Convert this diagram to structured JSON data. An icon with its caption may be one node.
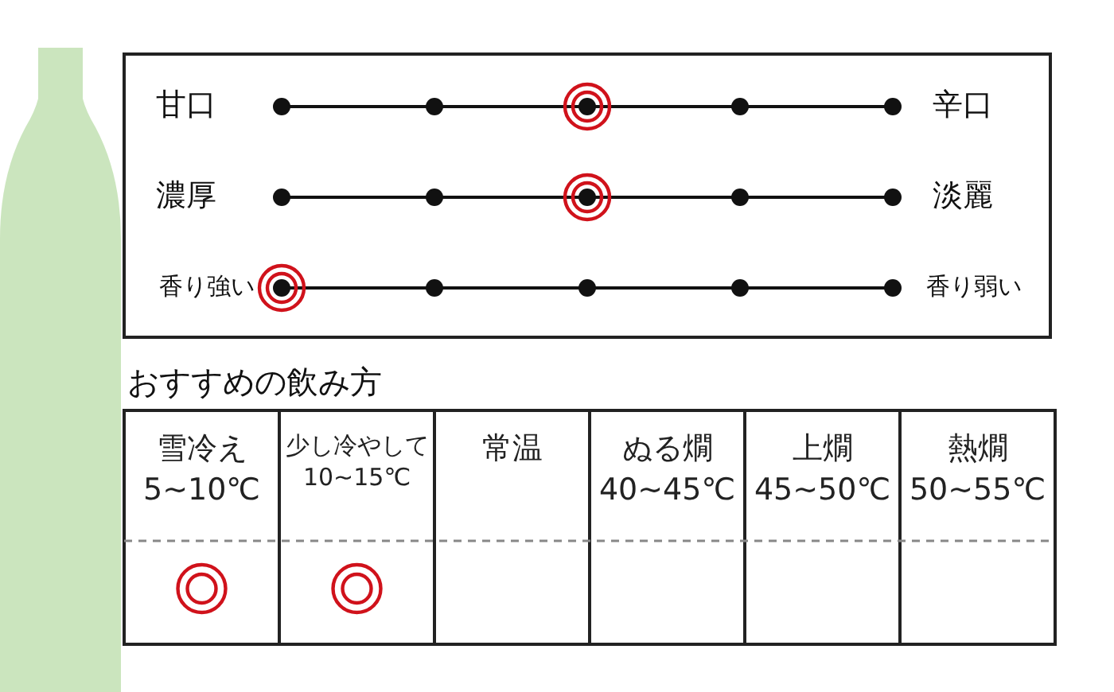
{
  "diagram": {
    "labels": [
      "甘口",
      "辛口",
      "濃厚",
      "淡麗",
      "香り強い",
      "香り弱い",
      "おすすめの飲み方",
      "雪冷え 5~10℃",
      "少し冷やして 10~15℃",
      "常温",
      "ぬる燗 40~45℃",
      "上燗 45~50℃",
      "熱燗 50~55℃"
    ]
  }
}
